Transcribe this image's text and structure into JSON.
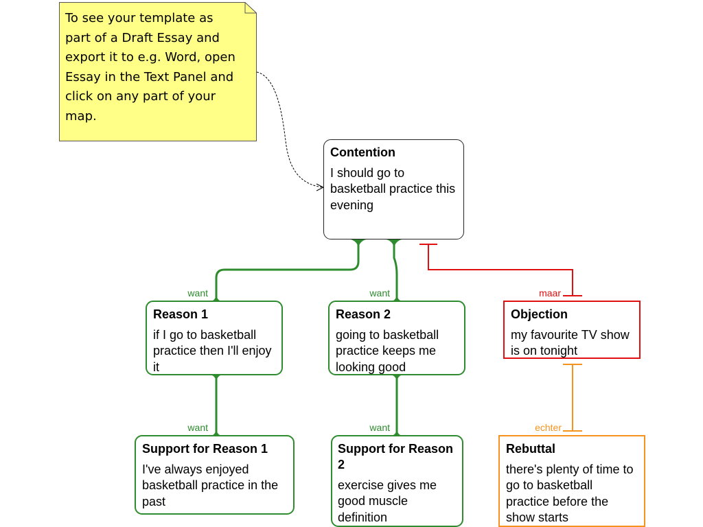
{
  "note": {
    "text": "To see your template as\npart of a Draft Essay and\nexport it to e.g. Word, open\nEssay in the Text Panel and\nclick on any part of your\nmap.",
    "color": "#ffff88"
  },
  "contention": {
    "title": "Contention",
    "text": "I should go to basketball practice this evening"
  },
  "reason1": {
    "title": "Reason 1",
    "text": "if I go to basketball practice then I'll enjoy it",
    "link_label": "want"
  },
  "reason2": {
    "title": "Reason 2",
    "text": "going to basketball practice keeps me looking good",
    "link_label": "want"
  },
  "objection": {
    "title": "Objection",
    "text": "my favourite TV show is on tonight",
    "link_label": "maar"
  },
  "support1": {
    "title": "Support for Reason 1",
    "text": "I've always enjoyed basketball practice in the past",
    "link_label": "want"
  },
  "support2": {
    "title": "Support for Reason 2",
    "text": "exercise gives me good muscle definition",
    "link_label": "want"
  },
  "rebuttal": {
    "title": "Rebuttal",
    "text": "there's plenty of time to go to basketball practice before the show starts",
    "link_label": "echter"
  },
  "colors": {
    "support_green": "#2e8b2e",
    "objection_red": "#e01010",
    "rebuttal_orange": "#f5931e",
    "note_yellow": "#ffff88"
  }
}
